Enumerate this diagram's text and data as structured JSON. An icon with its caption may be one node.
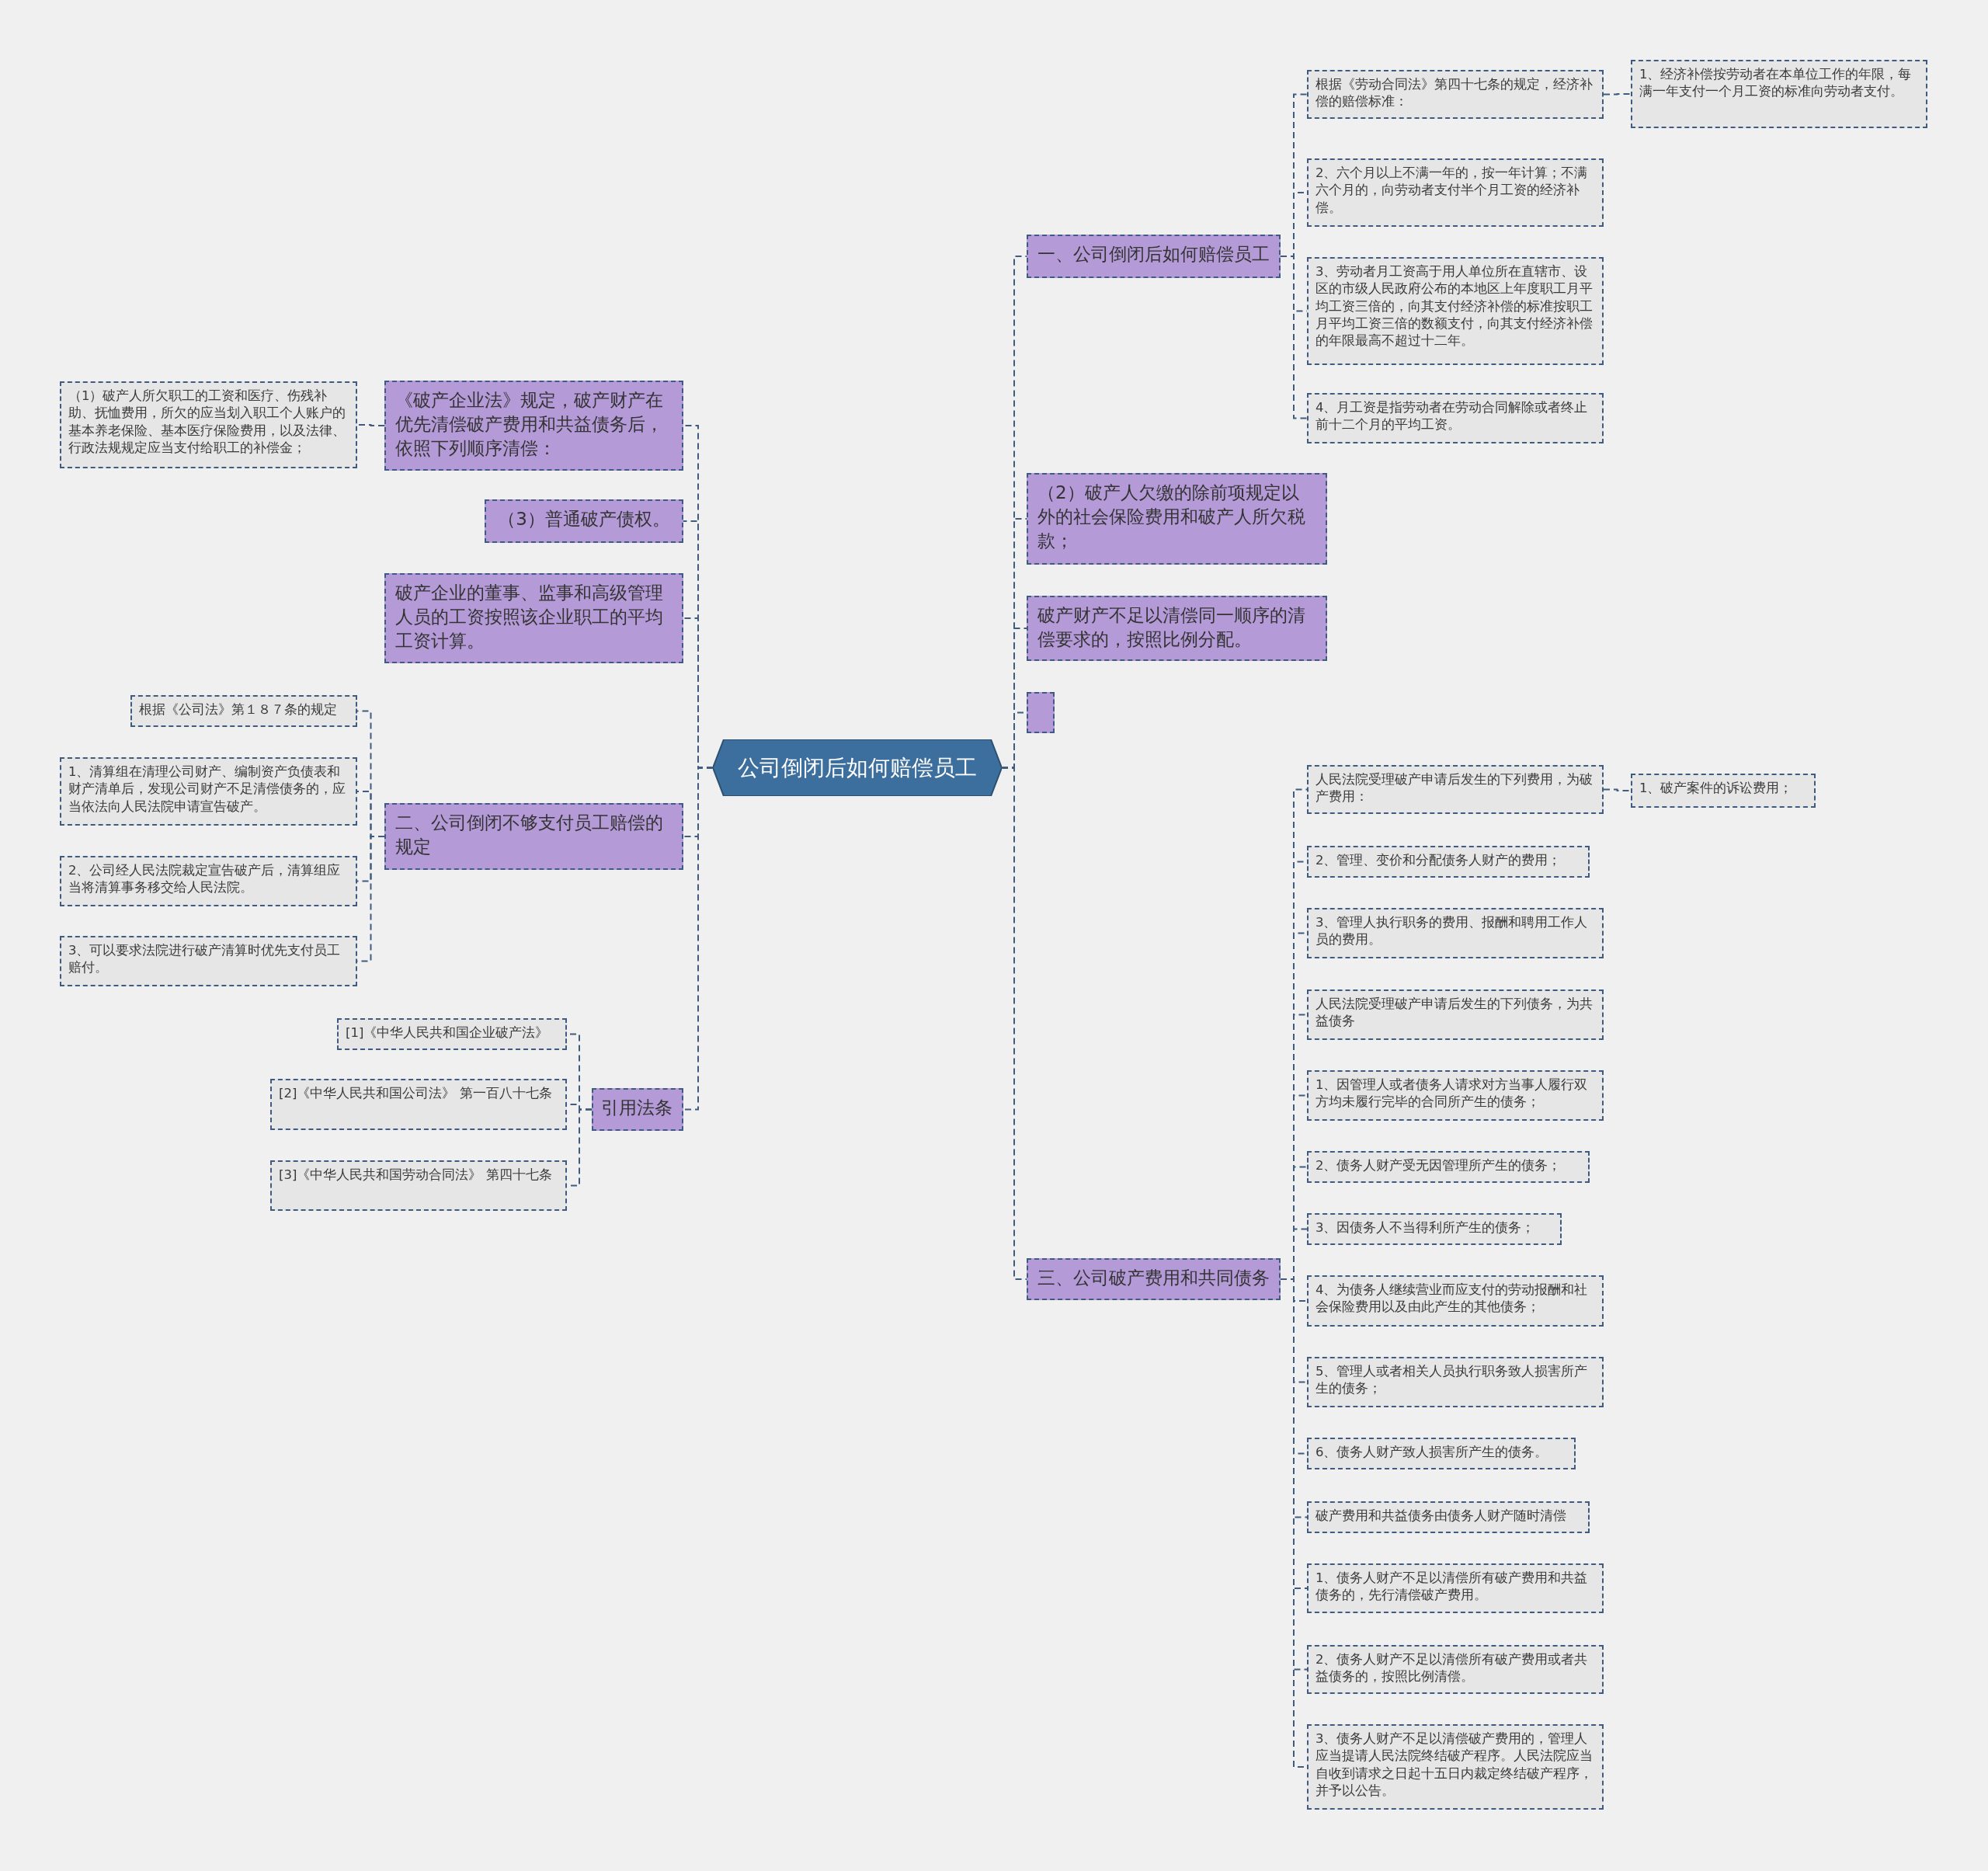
{
  "diagram": {
    "nodes": [
      {
        "text": [
          "公司倒闭后如何赔偿员工"
        ]
      },
      {
        "text": [
          "《破产企业法》规定，破产财产在优先清偿破产费用和共益债务后，依照下列顺序清偿："
        ]
      },
      {
        "text": [
          "（1）破产人所欠职工的工资和医疗、伤残补助、抚恤费用，所欠的应当划入职工个人账户的基本养老保险、基本医疗保险费用，以及法律、行政法规规定应当支付给职工的补偿金；"
        ]
      },
      {
        "text": [
          "（3）普通破产债权。"
        ]
      },
      {
        "text": [
          "破产企业的董事、监事和高级管理人员的工资按照该企业职工的平均工资计算。"
        ]
      },
      {
        "text": [
          "二、公司倒闭不够支付员工赔偿的规定"
        ]
      },
      {
        "text": [
          "根据《公司法》第１８７条的规定"
        ]
      },
      {
        "text": [
          "1、清算组在清理公司财产、编制资产负债表和财产清单后，发现公司财产不足清偿债务的，应当依法向人民法院申请宣告破产。"
        ]
      },
      {
        "text": [
          "2、公司经人民法院裁定宣告破产后，清算组应当将清算事务移交给人民法院。"
        ]
      },
      {
        "text": [
          "3、可以要求法院进行破产清算时优先支付员工赔付。"
        ]
      },
      {
        "text": [
          "引用法条"
        ]
      },
      {
        "text": [
          "[1]《中华人民共和国企业破产法》"
        ]
      },
      {
        "text": [
          "[2]《中华人民共和国公司法》 第一百八十七条"
        ]
      },
      {
        "text": [
          "[3]《中华人民共和国劳动合同法》 第四十七条"
        ]
      },
      {
        "text": [
          "一、公司倒闭后如何赔偿员工"
        ]
      },
      {
        "text": [
          "根据《劳动合同法》第四十七条的规定，经济补偿的赔偿标准："
        ]
      },
      {
        "text": [
          "1、经济补偿按劳动者在本单位工作的年限，每满一年支付一个月工资的标准向劳动者支付。"
        ]
      },
      {
        "text": [
          "2、六个月以上不满一年的，按一年计算；不满六个月的，向劳动者支付半个月工资的经济补偿。"
        ]
      },
      {
        "text": [
          "3、劳动者月工资高于用人单位所在直辖市、设区的市级人民政府公布的本地区上年度职工月平均工资三倍的，向其支付经济补偿的标准按职工月平均工资三倍的数额支付，向其支付经济补偿的年限最高不超过十二年。"
        ]
      },
      {
        "text": [
          "4、月工资是指劳动者在劳动合同解除或者终止前十二个月的平均工资。"
        ]
      },
      {
        "text": [
          "（2）破产人欠缴的除前项规定以外的社会保险费用和破产人所欠税款；"
        ]
      },
      {
        "text": [
          "破产财产不足以清偿同一顺序的清偿要求的，按照比例分配。"
        ]
      },
      {
        "text": [],
        "shape": "box"
      },
      {
        "text": [
          "三、公司破产费用和共同债务"
        ]
      },
      {
        "text": [
          "人民法院受理破产申请后发生的下列费用，为破产费用："
        ]
      },
      {
        "text": [
          "1、破产案件的诉讼费用；"
        ]
      },
      {
        "text": [
          "2、管理、变价和分配债务人财产的费用；"
        ]
      },
      {
        "text": [
          "3、管理人执行职务的费用、报酬和聘用工作人员的费用。"
        ]
      },
      {
        "text": [
          "人民法院受理破产申请后发生的下列债务，为共益债务"
        ]
      },
      {
        "text": [
          "1、因管理人或者债务人请求对方当事人履行双方均未履行完毕的合同所产生的债务；"
        ]
      },
      {
        "text": [
          "2、债务人财产受无因管理所产生的债务；"
        ]
      },
      {
        "text": [
          "3、因债务人不当得利所产生的债务；"
        ]
      },
      {
        "text": [
          "4、为债务人继续营业而应支付的劳动报酬和社会保险费用以及由此产生的其他债务；"
        ]
      },
      {
        "text": [
          "5、管理人或者相关人员执行职务致人损害所产生的债务；"
        ]
      },
      {
        "text": [
          "6、债务人财产致人损害所产生的债务。"
        ]
      },
      {
        "text": [
          "破产费用和共益债务由债务人财产随时清偿"
        ]
      },
      {
        "text": [
          "1、债务人财产不足以清偿所有破产费用和共益债务的，先行清偿破产费用。"
        ]
      },
      {
        "text": [
          "2、债务人财产不足以清偿所有破产费用或者共益债务的，按照比例清偿。"
        ]
      },
      {
        "text": [
          "3、债务人财产不足以清偿破产费用的，管理人应当提请人民法院终结破产程序。人民法院应当自收到请求之日起十五日内裁定终结破产程序，并予以公告。"
        ]
      }
    ],
    "edges": [
      {
        "from": 0,
        "to": 1,
        "arrow": "none"
      },
      {
        "from": 1,
        "to": 2,
        "arrow": "none"
      },
      {
        "from": 0,
        "to": 3,
        "arrow": "none"
      },
      {
        "from": 0,
        "to": 4,
        "arrow": "none"
      },
      {
        "from": 0,
        "to": 5,
        "arrow": "none"
      },
      {
        "from": 5,
        "to": 6,
        "arrow": "none"
      },
      {
        "from": 5,
        "to": 7,
        "arrow": "none"
      },
      {
        "from": 5,
        "to": 8,
        "arrow": "none"
      },
      {
        "from": 5,
        "to": 9,
        "arrow": "none"
      },
      {
        "from": 0,
        "to": 10,
        "arrow": "none"
      },
      {
        "from": 10,
        "to": 11,
        "arrow": "none"
      },
      {
        "from": 10,
        "to": 12,
        "arrow": "none"
      },
      {
        "from": 10,
        "to": 13,
        "arrow": "none"
      },
      {
        "from": 0,
        "to": 14,
        "arrow": "none"
      },
      {
        "from": 14,
        "to": 15,
        "arrow": "none"
      },
      {
        "from": 15,
        "to": 16,
        "arrow": "none"
      },
      {
        "from": 14,
        "to": 17,
        "arrow": "none"
      },
      {
        "from": 14,
        "to": 18,
        "arrow": "none"
      },
      {
        "from": 14,
        "to": 19,
        "arrow": "none"
      },
      {
        "from": 0,
        "to": 20,
        "arrow": "none"
      },
      {
        "from": 0,
        "to": 21,
        "arrow": "none"
      },
      {
        "from": 0,
        "to": 22,
        "arrow": "none"
      },
      {
        "from": 0,
        "to": 23,
        "arrow": "none"
      },
      {
        "from": 23,
        "to": 24,
        "arrow": "none"
      },
      {
        "from": 24,
        "to": 25,
        "arrow": "none"
      },
      {
        "from": 23,
        "to": 26,
        "arrow": "none"
      },
      {
        "from": 23,
        "to": 27,
        "arrow": "none"
      },
      {
        "from": 23,
        "to": 28,
        "arrow": "none"
      },
      {
        "from": 23,
        "to": 29,
        "arrow": "none"
      },
      {
        "from": 23,
        "to": 30,
        "arrow": "none"
      },
      {
        "from": 23,
        "to": 31,
        "arrow": "none"
      },
      {
        "from": 23,
        "to": 32,
        "arrow": "none"
      },
      {
        "from": 23,
        "to": 33,
        "arrow": "none"
      },
      {
        "from": 23,
        "to": 34,
        "arrow": "none"
      },
      {
        "from": 23,
        "to": 35,
        "arrow": "none"
      },
      {
        "from": 23,
        "to": 36,
        "arrow": "none"
      },
      {
        "from": 23,
        "to": 37,
        "arrow": "none"
      },
      {
        "from": 23,
        "to": 38,
        "arrow": "none"
      }
    ]
  }
}
